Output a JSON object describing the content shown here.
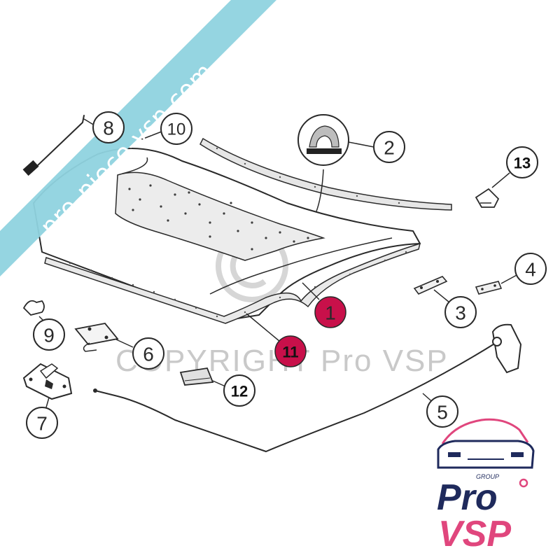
{
  "watermark": {
    "banner_text": "pro-piece-vsp.com",
    "copyright_text": "COPYRIGHT Pro VSP",
    "banner_color": "#8fd3df"
  },
  "callouts": [
    {
      "label": "1",
      "style": "highlight"
    },
    {
      "label": "2",
      "style": "outline"
    },
    {
      "label": "3",
      "style": "outline"
    },
    {
      "label": "4",
      "style": "outline"
    },
    {
      "label": "5",
      "style": "outline"
    },
    {
      "label": "6",
      "style": "outline"
    },
    {
      "label": "7",
      "style": "outline"
    },
    {
      "label": "8",
      "style": "outline"
    },
    {
      "label": "9",
      "style": "outline"
    },
    {
      "label": "10",
      "style": "outline"
    },
    {
      "label": "11",
      "style": "highlight"
    },
    {
      "label": "12",
      "style": "bold"
    },
    {
      "label": "13",
      "style": "bold"
    }
  ],
  "logo": {
    "group_text": "GROUP",
    "pro_text": "Pro",
    "vsp_text": "VSP",
    "navy": "#1f2a5c",
    "pink": "#e0467d"
  },
  "colors": {
    "highlight_fill": "#c8104a",
    "line": "#2a2a2a"
  }
}
